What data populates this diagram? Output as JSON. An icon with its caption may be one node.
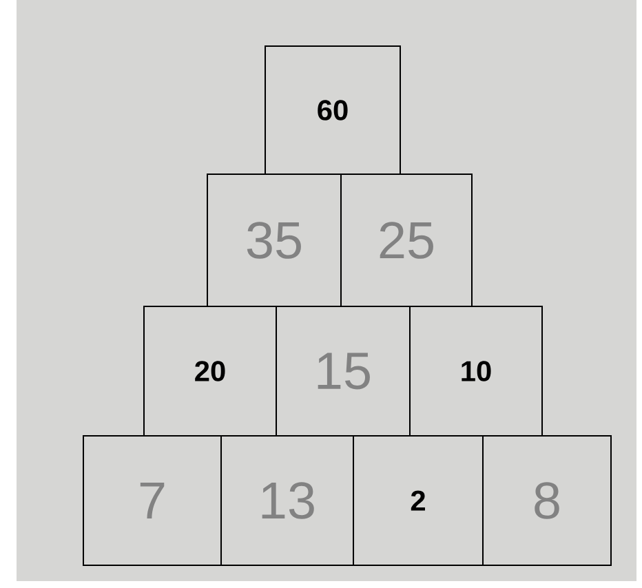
{
  "diagram": {
    "nodes": [
      {
        "text": [
          "60"
        ]
      },
      {
        "text": [
          "35"
        ]
      },
      {
        "text": [
          "25"
        ]
      },
      {
        "text": [
          "20"
        ]
      },
      {
        "text": [
          "15"
        ]
      },
      {
        "text": [
          "10"
        ]
      },
      {
        "text": [
          "7"
        ]
      },
      {
        "text": [
          "13"
        ]
      },
      {
        "text": [
          "2"
        ]
      },
      {
        "text": [
          "8"
        ]
      }
    ]
  }
}
